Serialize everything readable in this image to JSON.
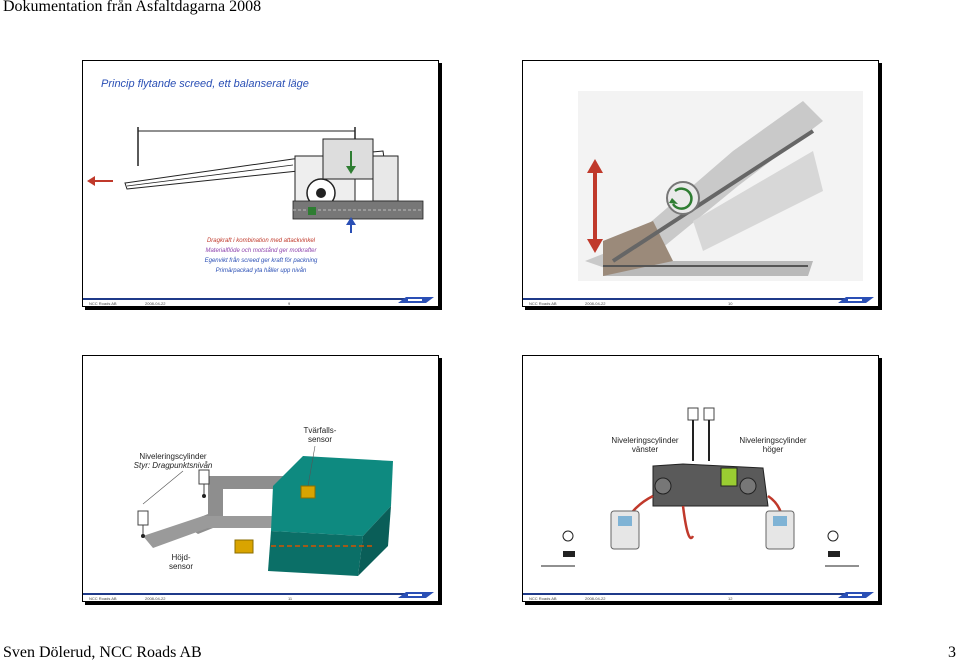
{
  "document": {
    "header": "Dokumentation från Asfaltdagarna 2008",
    "footer_author": "Sven Dölerud, NCC Roads AB",
    "page_number": "3"
  },
  "slide_footer": {
    "company": "NCC Roads AB",
    "date": "2008-04-22"
  },
  "slides": [
    {
      "number": "9",
      "title": "Princip flytande screed, ett balanserat läge",
      "captions": [
        {
          "text": "Dragkraft i kombination med attackvinkel",
          "color": "#c0392b"
        },
        {
          "text": "Materialflöde och motstånd ger motkrafter",
          "color": "#8e44ad"
        },
        {
          "text": "Egenvikt från screed ger kraft för packning",
          "color": "#2a4fb5"
        },
        {
          "text": "Primärpackad yta håller upp nivån",
          "color": "#2a4fb5"
        }
      ]
    },
    {
      "number": "10"
    },
    {
      "number": "11",
      "labels": {
        "tvarfalls": [
          "Tvärfalls-",
          "sensor"
        ],
        "nivelering": [
          "Niveleringscylinder",
          "Styr: Dragpunktsnivån"
        ],
        "hojd": [
          "Höjd-",
          "sensor"
        ]
      }
    },
    {
      "number": "12",
      "labels": {
        "vanster": [
          "Niveleringscylinder",
          "vänster"
        ],
        "hoger": [
          "Niveleringscylinder",
          "höger"
        ]
      }
    }
  ],
  "colors": {
    "accent_blue": "#2a4fb5",
    "teal": "#0e8a80",
    "red": "#c0392b",
    "mustard": "#d9a400"
  }
}
